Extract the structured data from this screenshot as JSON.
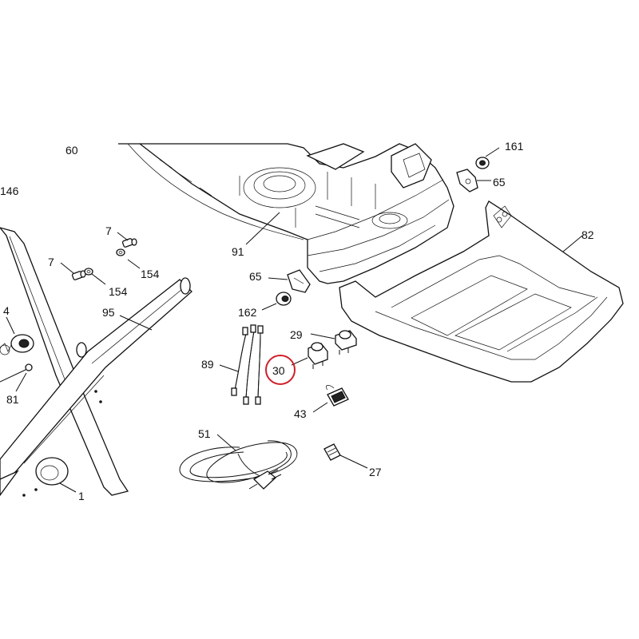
{
  "labels": {
    "l60": "60",
    "l161": "161",
    "l65a": "65",
    "l146": "146",
    "l7a": "7",
    "l82": "82",
    "l154a": "154",
    "l7b": "7",
    "l91": "91",
    "l65b": "65",
    "l154b": "154",
    "l4": "4",
    "l95": "95",
    "l162": "162",
    "l29": "29",
    "l89": "89",
    "l30": "30",
    "l81": "81",
    "l43": "43",
    "l51": "51",
    "l27": "27",
    "l1": "1"
  },
  "highlight": {
    "color": "#d0202a"
  }
}
